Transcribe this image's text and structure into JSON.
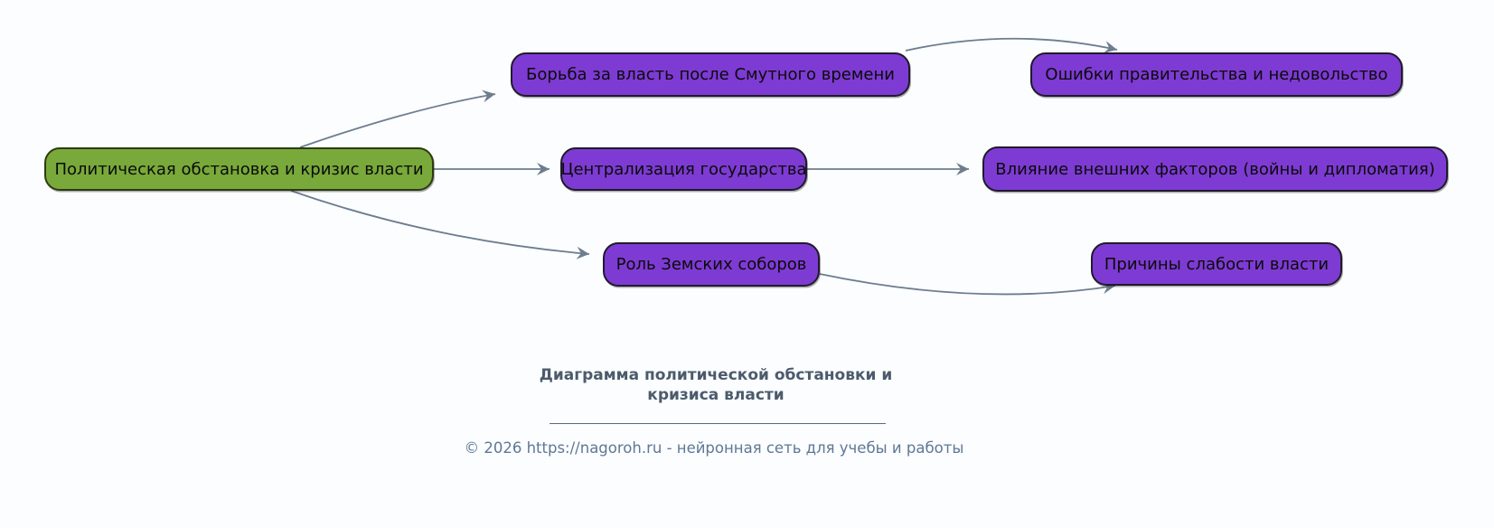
{
  "diagram": {
    "nodes": [
      {
        "id": "root",
        "label": "Политическая обстановка и кризис власти",
        "fill": "#79a93a",
        "border": "#2d3b12",
        "text_color": "#0a0a0a"
      },
      {
        "id": "borba",
        "label": "Борьба за власть после Смутного времени",
        "fill": "#7e3bd3",
        "border": "#201a2b",
        "text_color": "#0a0a0a"
      },
      {
        "id": "oshibki",
        "label": "Ошибки правительства и недовольство",
        "fill": "#7e3bd3",
        "border": "#201a2b",
        "text_color": "#0a0a0a"
      },
      {
        "id": "central",
        "label": "Централизация государства",
        "fill": "#7e3bd3",
        "border": "#201a2b",
        "text_color": "#0a0a0a"
      },
      {
        "id": "vliyanie",
        "label": "Влияние внешних факторов (войны и дипломатия)",
        "fill": "#7e3bd3",
        "border": "#201a2b",
        "text_color": "#0a0a0a"
      },
      {
        "id": "rol",
        "label": "Роль Земских соборов",
        "fill": "#7e3bd3",
        "border": "#201a2b",
        "text_color": "#0a0a0a"
      },
      {
        "id": "prichiny",
        "label": "Причины слабости власти",
        "fill": "#7e3bd3",
        "border": "#201a2b",
        "text_color": "#0a0a0a"
      }
    ],
    "edges": [
      {
        "from": "root",
        "to": "borba"
      },
      {
        "from": "root",
        "to": "central"
      },
      {
        "from": "root",
        "to": "rol"
      },
      {
        "from": "borba",
        "to": "oshibki"
      },
      {
        "from": "central",
        "to": "vliyanie"
      },
      {
        "from": "rol",
        "to": "prichiny"
      }
    ]
  },
  "caption": {
    "title": "Диаграмма политической обстановки и кризиса власти",
    "footer": "© 2026 https://nagoroh.ru - нейронная сеть для учебы и работы"
  },
  "colors": {
    "background": "#fbfdfe",
    "edge": "#6d7d8e",
    "root_node_fill": "#79a93a",
    "branch_node_fill": "#7e3bd3",
    "title_text": "#4c5b6c",
    "footer_text": "#5f7894"
  }
}
